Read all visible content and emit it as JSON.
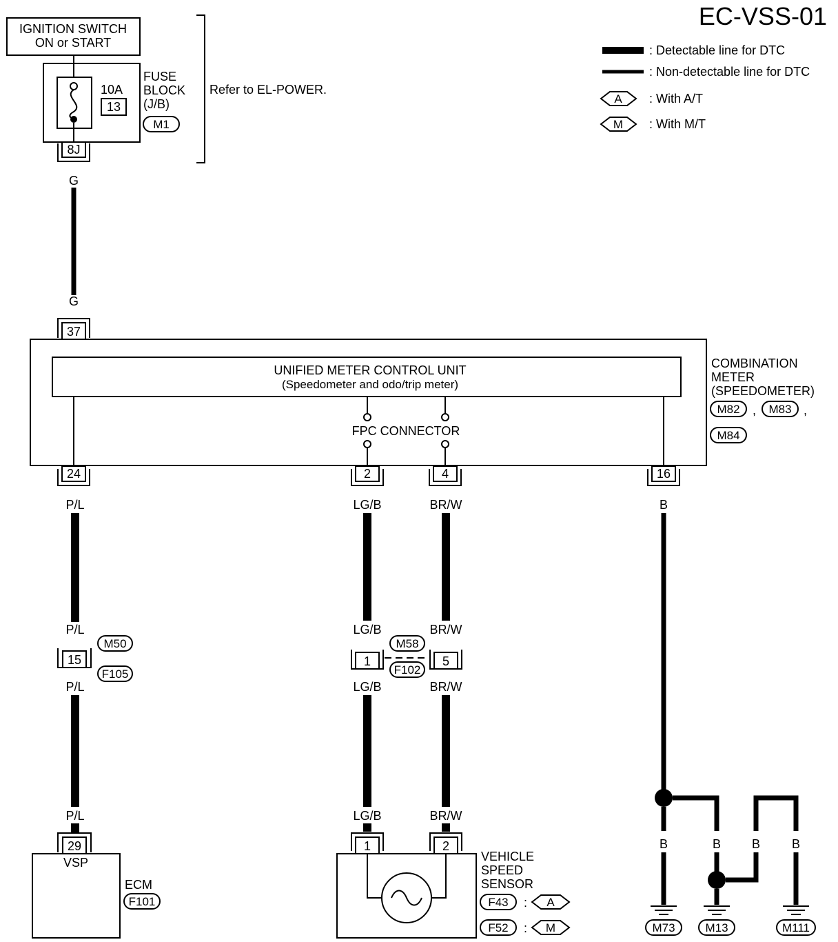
{
  "diagram_id": "EC-VSS-01",
  "legend": {
    "detectable": ": Detectable line for DTC",
    "non_detectable": ": Non-detectable line for DTC",
    "at_symbol": "A",
    "at_text": ": With A/T",
    "mt_symbol": "M",
    "mt_text": ": With M/T"
  },
  "ignition": {
    "line1": "IGNITION SWITCH",
    "line2": "ON or START"
  },
  "fuse": {
    "amp": "10A",
    "number": "13",
    "block_line1": "FUSE",
    "block_line2": "BLOCK",
    "block_line3": "(J/B)",
    "connector": "M1",
    "terminal": "8J",
    "refer": "Refer to EL-POWER."
  },
  "wires": {
    "g": "G",
    "pl": "P/L",
    "lgb": "LG/B",
    "brw": "BR/W",
    "b": "B"
  },
  "meter": {
    "unit_line1": "UNIFIED METER CONTROL UNIT",
    "unit_line2": "(Speedometer and odo/trip meter)",
    "fpc": "FPC CONNECTOR",
    "name_line1": "COMBINATION",
    "name_line2": "METER",
    "name_line3": "(SPEEDOMETER)",
    "conn1": "M82",
    "conn2": "M83",
    "conn3": "M84",
    "comma": ",",
    "pin_top": "37",
    "pin_vsp": "24",
    "pin_lgb": "2",
    "pin_brw": "4",
    "pin_gnd": "16"
  },
  "joint1": {
    "pin": "15",
    "conn_top": "M50",
    "conn_bottom": "F105"
  },
  "joint2": {
    "pin_lgb": "1",
    "pin_brw": "5",
    "conn_top": "M58",
    "conn_bottom": "F102"
  },
  "ecm": {
    "pin": "29",
    "label": "VSP",
    "name": "ECM",
    "connector": "F101"
  },
  "vss": {
    "pin1": "1",
    "pin2": "2",
    "name_line1": "VEHICLE",
    "name_line2": "SPEED",
    "name_line3": "SENSOR",
    "conn_at": "F43",
    "conn_mt": "F52",
    "colon": ":",
    "at_symbol": "A",
    "mt_symbol": "M"
  },
  "grounds": {
    "g1": "M73",
    "g2": "M13",
    "g3": "M111"
  }
}
